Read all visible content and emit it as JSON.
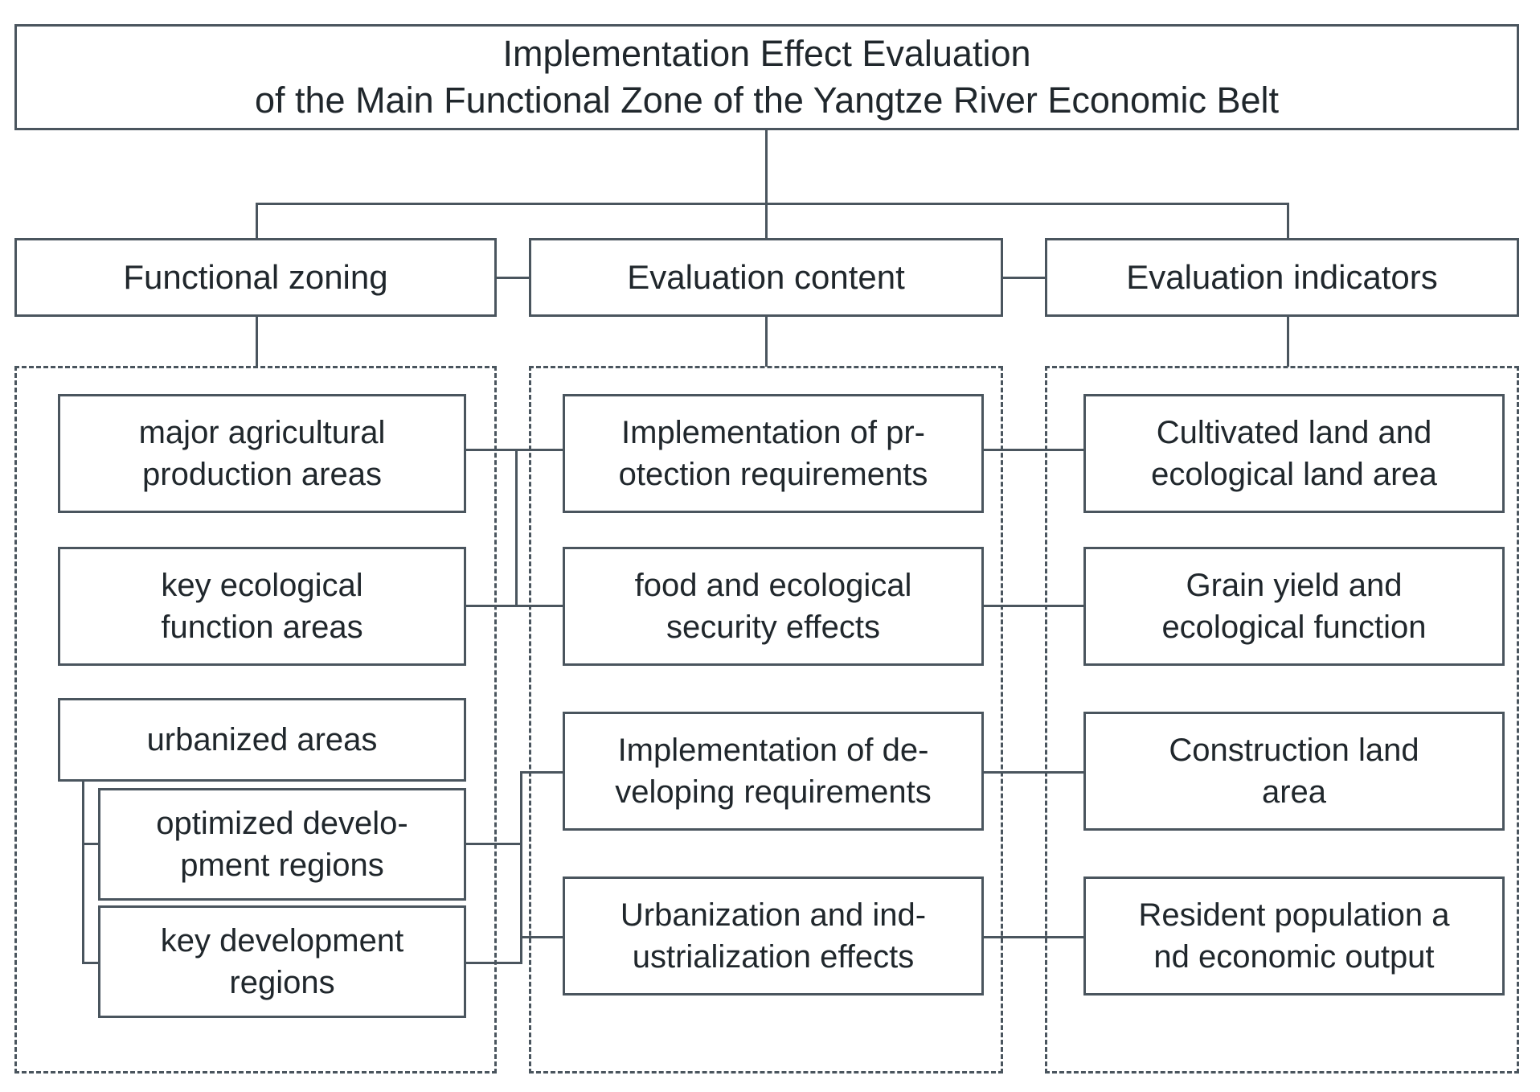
{
  "diagram": {
    "title_box": {
      "label": "Implementation Effect Evaluation\nof the Main Functional Zone of the Yangtze River Economic Belt"
    },
    "level2": [
      {
        "label": "Functional zoning"
      },
      {
        "label": "Evaluation content"
      },
      {
        "label": "Evaluation indicators"
      }
    ],
    "columns": [
      {
        "name": "functional-zoning",
        "nodes": [
          {
            "label": "major agricultural\nproduction areas"
          },
          {
            "label": "key ecological\nfunction areas"
          },
          {
            "label": "urbanized areas"
          },
          {
            "label": "optimized develo-\npment regions"
          },
          {
            "label": "key development\nregions"
          }
        ]
      },
      {
        "name": "evaluation-content",
        "nodes": [
          {
            "label": "Implementation of pr-\notection requirements"
          },
          {
            "label": "food and ecological\nsecurity effects"
          },
          {
            "label": "Implementation of de-\nveloping requirements"
          },
          {
            "label": "Urbanization and ind-\nustrialization effects"
          }
        ]
      },
      {
        "name": "evaluation-indicators",
        "nodes": [
          {
            "label": "Cultivated land and\necological land area"
          },
          {
            "label": "Grain yield and\necological function"
          },
          {
            "label": "Construction land\narea"
          },
          {
            "label": "Resident population a\nnd economic output"
          }
        ]
      }
    ],
    "colors": {
      "line": "#4a555e",
      "text": "#20272c",
      "background": "#ffffff"
    }
  }
}
